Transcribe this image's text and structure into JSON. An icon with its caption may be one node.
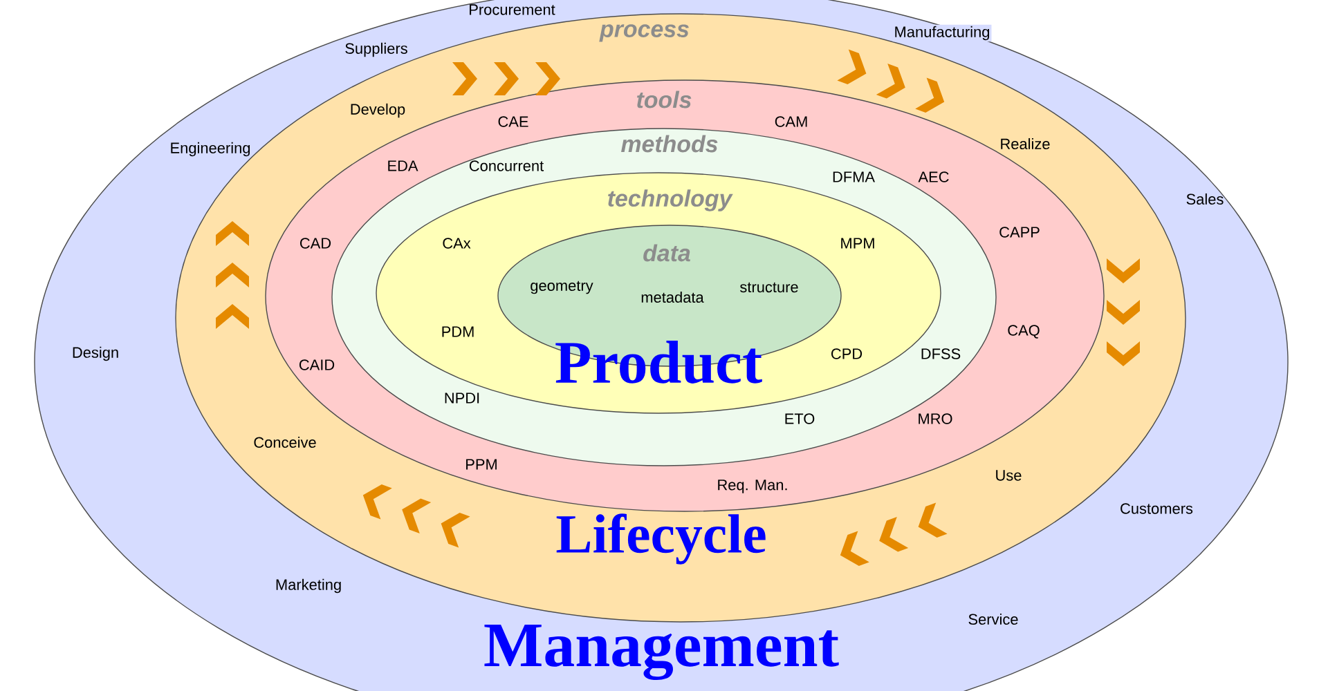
{
  "diagram": {
    "nodes": [
      {
        "text": [
          "Management",
          "Procurement",
          "Suppliers",
          "Manufacturing",
          "Engineering",
          "Sales",
          "Design",
          "Customers",
          "Marketing",
          "Service"
        ]
      },
      {
        "text": [
          "process",
          "Lifecycle",
          "Develop",
          "Realize",
          "Conceive",
          "Use"
        ],
        "in": 0
      },
      {
        "text": [
          "tools",
          "CAE",
          "CAM",
          "EDA",
          "AEC",
          "CAD",
          "CAPP",
          "CAID",
          "CAQ",
          "MRO",
          "PPM",
          "Req. Man."
        ],
        "in": 1
      },
      {
        "text": [
          "methods",
          "Concurrent",
          "DFMA",
          "DFSS",
          "NPDI",
          "ETO"
        ],
        "in": 2
      },
      {
        "text": [
          "technology",
          "CAx",
          "MPM",
          "PDM",
          "CPD"
        ],
        "in": 3
      },
      {
        "text": [
          "data",
          "geometry",
          "metadata",
          "structure",
          "Product"
        ],
        "in": 4
      }
    ]
  }
}
